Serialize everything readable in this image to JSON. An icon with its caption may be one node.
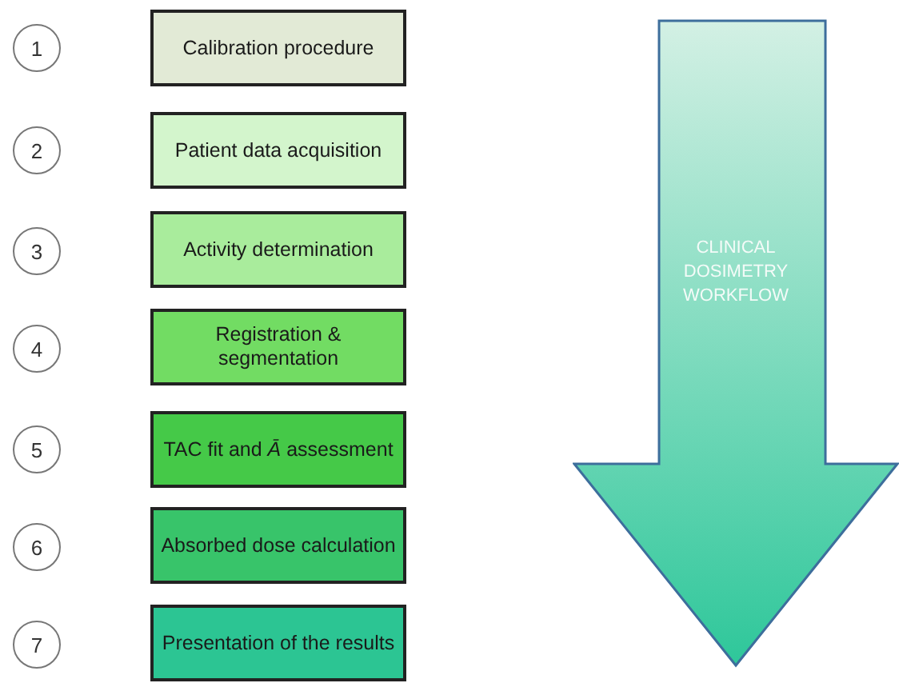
{
  "diagram": {
    "nodes": [
      {
        "text": [
          "1"
        ]
      },
      {
        "text": [
          "Calibration procedure"
        ]
      },
      {
        "text": [
          "2"
        ]
      },
      {
        "text": [
          "Patient data acquisition"
        ]
      },
      {
        "text": [
          "3"
        ]
      },
      {
        "text": [
          "Activity determination"
        ]
      },
      {
        "text": [
          "4"
        ]
      },
      {
        "text": [
          "Registration & segmentation"
        ]
      },
      {
        "text": [
          "5"
        ]
      },
      {
        "text": [
          "TAC fit and *Ā* assessment"
        ]
      },
      {
        "text": [
          "6"
        ]
      },
      {
        "text": [
          "Absorbed dose calculation"
        ]
      },
      {
        "text": [
          "7"
        ]
      },
      {
        "text": [
          "Presentation of the results"
        ]
      },
      {
        "text": [
          "CLINICAL DOSIMETRY WORKFLOW"
        ]
      }
    ]
  }
}
